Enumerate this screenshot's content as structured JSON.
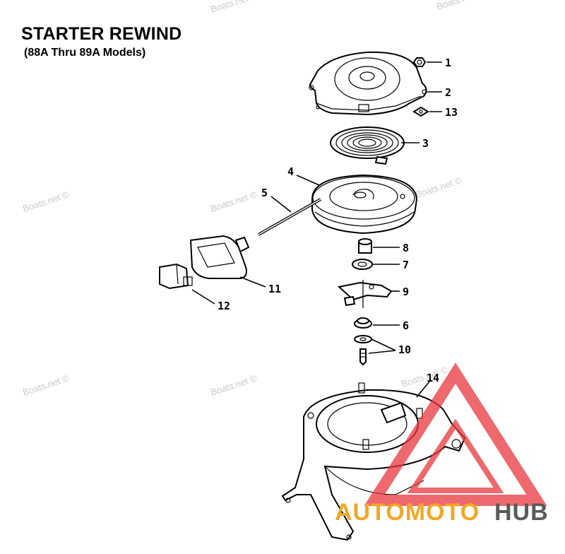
{
  "header": {
    "title": "STARTER REWIND",
    "subtitle": "(88A Thru 89A Models)"
  },
  "watermark": {
    "text": "Boats.net ©"
  },
  "logo": {
    "text_primary": "AUTOMOTO",
    "text_secondary": "HUB",
    "color_primary": "#f5a623",
    "color_secondary": "#5a5a5a",
    "color_triangle": "#e8383d"
  },
  "callouts": [
    "1",
    "2",
    "13",
    "3",
    "4",
    "5",
    "8",
    "7",
    "11",
    "9",
    "12",
    "6",
    "10",
    "14"
  ]
}
